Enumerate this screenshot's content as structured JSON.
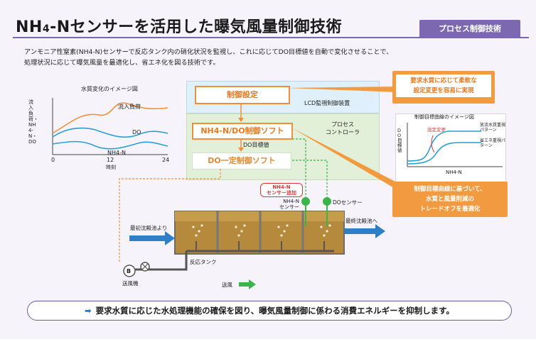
{
  "title": {
    "prefix": "NH",
    "sub": "4",
    "suffix": "-Nセンサーを活用した曝気風量制御技術"
  },
  "badge": "プロセス制御技術",
  "intro": {
    "line1": "アンモニア性窒素(NH4-N)センサーで反応タンク内の硝化状況を監視し、これに応じてDO目標値を自動で変化させることで、",
    "line2": "処理状況に応じて曝気風量を最適化し、省エネ化を図る技術です。"
  },
  "left_chart": {
    "title": "水質変化のイメージ図",
    "ylabel": "流入負荷・NH4-N・DO",
    "xlabel": "時刻",
    "x_ticks": [
      "0",
      "12",
      "24"
    ],
    "series_labels": [
      "流入負荷",
      "DO",
      "NH4-N"
    ]
  },
  "system": {
    "control_setting": "制御設定",
    "lcd_label": "LCD監視制御装置",
    "nh4_soft": "NH4-N/DO制御ソフト",
    "process_controller": "プロセス\nコントローラ",
    "do_target": "DO目標値",
    "do_soft": "DO一定制御ソフト"
  },
  "right_chart": {
    "title": "制御目標曲線のイメージ図",
    "ylabel": "DO目標値",
    "xlabel": "NH4-N",
    "labels": [
      "設定変更",
      "放流水質重視パターン",
      "省エネ重視パターン"
    ]
  },
  "callouts": {
    "top": "要求水質に応じて柔軟な\n設定変更を容易に実現",
    "bottom": "制御目標曲線に基づいて、\n水質と風量削減の\nトレードオフを最適化"
  },
  "tank": {
    "sensor_tag": "NH4-N\nセンサー追加",
    "nh4_sensor": "NH4-N\nセンサー",
    "do_sensor": "DOセンサー",
    "inflow": "最初沈殿池より",
    "outflow": "最終沈殿池へ",
    "reaction_tank": "反応タンク",
    "blower": "送風機",
    "blower_symbol": "B",
    "air": "送風"
  },
  "footer": "要求水質に応じた水処理機能の確保を図り、曝気風量制御に係わる消費エネルギーを抑制します。",
  "colors": {
    "accent": "#7b68b0",
    "orange": "#ef8f3b",
    "blue_line": "#2a9fd6",
    "green": "#3bb44a",
    "lcd_bg": "#dff0fa",
    "ctrl_bg": "#e2f0d9"
  }
}
